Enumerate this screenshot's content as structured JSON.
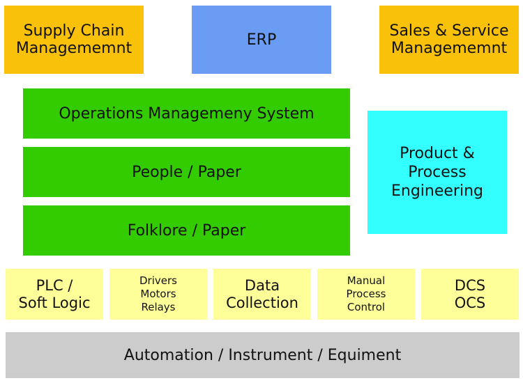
{
  "top_row": {
    "supply_chain": "Supply Chain\nManagememnt",
    "erp": "ERP",
    "sales_service": "Sales & Service\nManagememnt"
  },
  "middle": {
    "operations": "Operations Managemeny System",
    "people": "People / Paper",
    "folklore": "Folklore / Paper",
    "product_process": "Product &\nProcess\nEngineering"
  },
  "control_row": {
    "plc": "PLC /\nSoft Logic",
    "drivers": "Drivers\nMotors\nRelays",
    "data_collection": "Data\nCollection",
    "manual_control": "Manual\nProcess\nControl",
    "dcs_ocs": "DCS\nOCS"
  },
  "bottom": {
    "automation": "Automation / Instrument / Equiment"
  },
  "colors": {
    "orange": "#f9c10a",
    "blue": "#6b9cf4",
    "green": "#33cc00",
    "cyan": "#33ffff",
    "pale_yellow": "#ffff99",
    "gray": "#cccccc"
  }
}
